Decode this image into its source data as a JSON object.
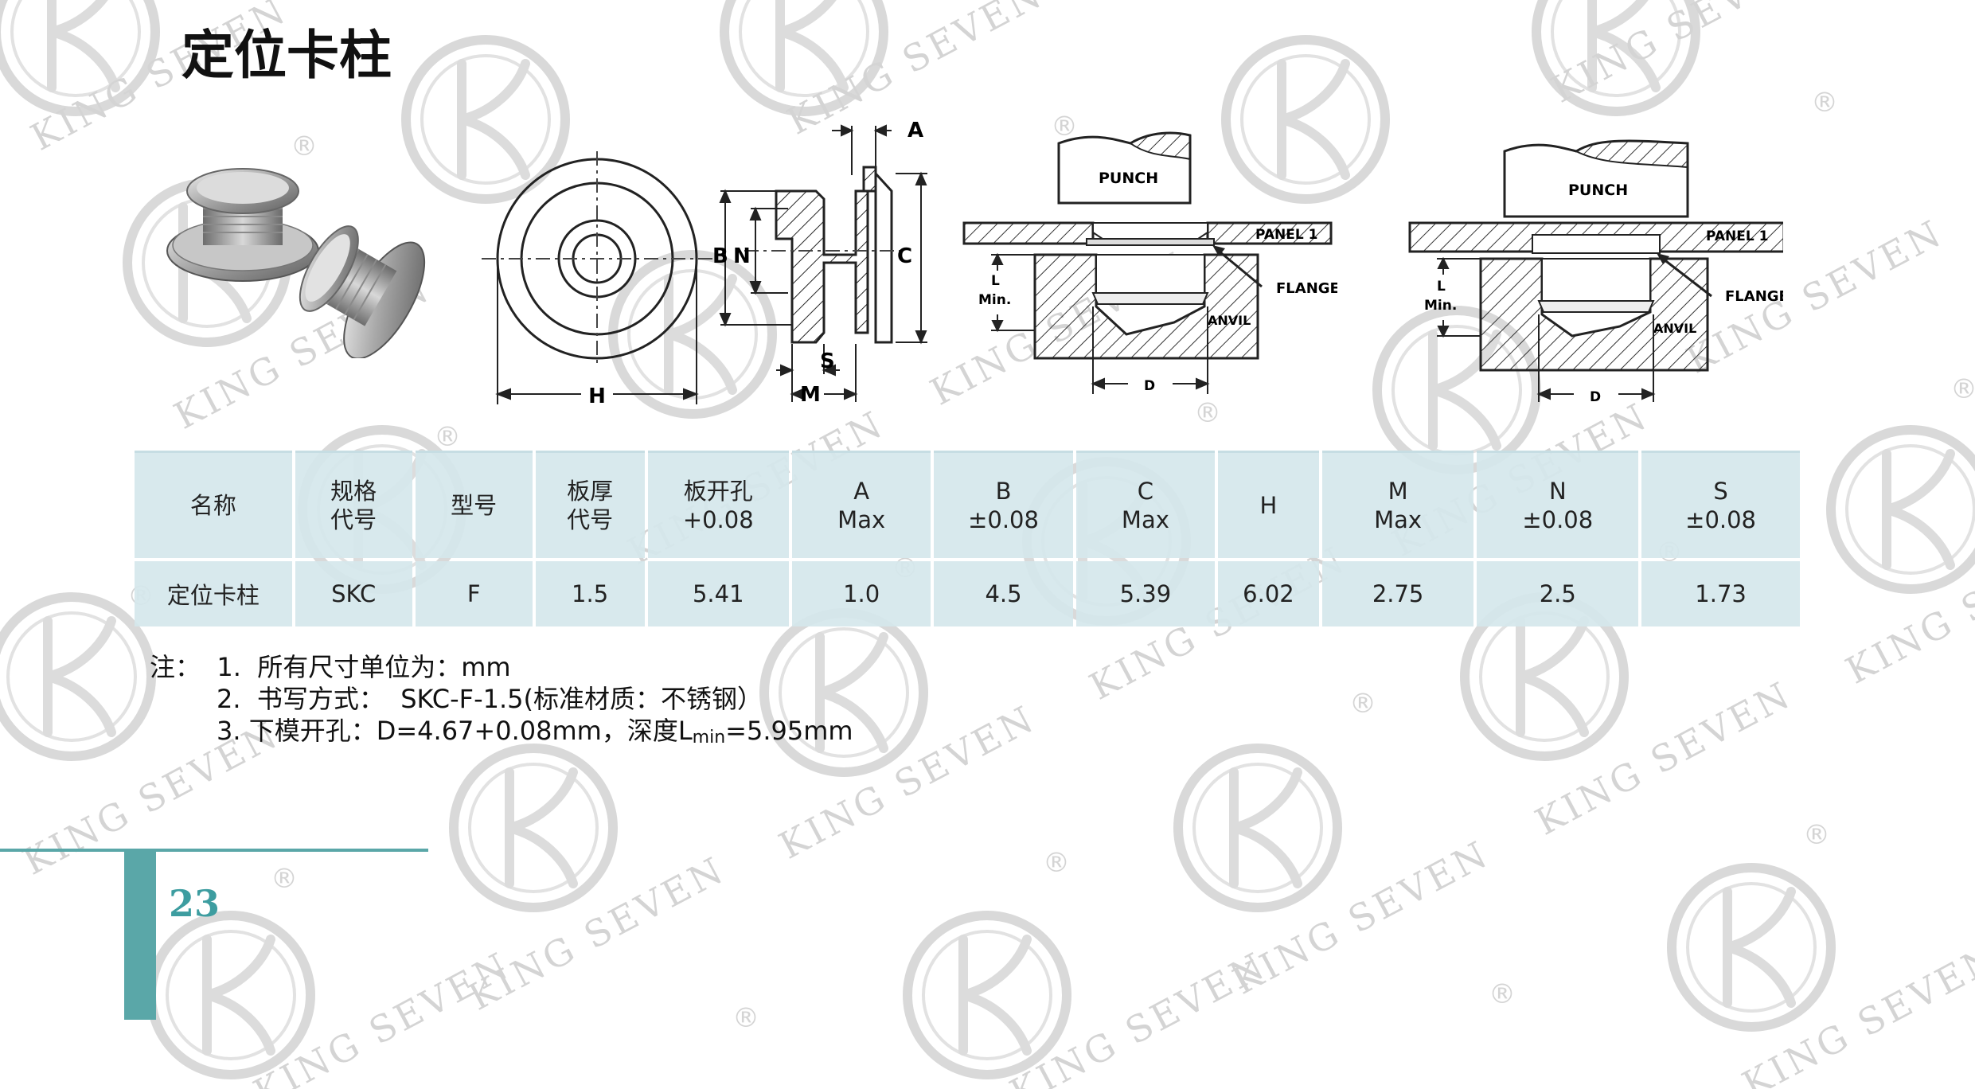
{
  "page": {
    "title": "定位卡柱",
    "page_number": "23"
  },
  "watermark": {
    "text": "KING SEVEN",
    "registered_mark": "®"
  },
  "drawing_labels": {
    "dim_a": "A",
    "dim_b": "B",
    "dim_n": "N",
    "dim_c": "C",
    "dim_s": "S",
    "dim_m": "M",
    "dim_h": "H",
    "dim_d": "D",
    "dim_l": "L",
    "min": "Min.",
    "punch": "PUNCH",
    "panel": "PANEL 1",
    "flange": "FLANGE",
    "anvil": "ANVIL"
  },
  "table": {
    "headers": [
      "名称",
      "规格\n代号",
      "型号",
      "板厚\n代号",
      "板开孔\n+0.08",
      "A\nMax",
      "B\n±0.08",
      "C\nMax",
      "H",
      "M\nMax",
      "N\n±0.08",
      "S\n±0.08"
    ],
    "rows": [
      [
        "定位卡柱",
        "SKC",
        "F",
        "1.5",
        "5.41",
        "1.0",
        "4.5",
        "5.39",
        "6.02",
        "2.75",
        "2.5",
        "1.73"
      ]
    ]
  },
  "notes": {
    "label": "注：",
    "line1_num": "1.",
    "line1_text": "所有尺寸单位为：mm",
    "line2_num": "2.",
    "line2_text": "书写方式：  SKC-F-1.5(标准材质：不锈钢）",
    "line3_num": "3.",
    "line3_prefix": "下模开孔：D=4.67+0.08mm，深度L",
    "line3_sub": "min",
    "line3_suffix": "=5.95mm"
  },
  "colors": {
    "accent_teal": "#5aa7a8",
    "table_fill": "#d5e7ec",
    "watermark": "#d4d4d4"
  }
}
